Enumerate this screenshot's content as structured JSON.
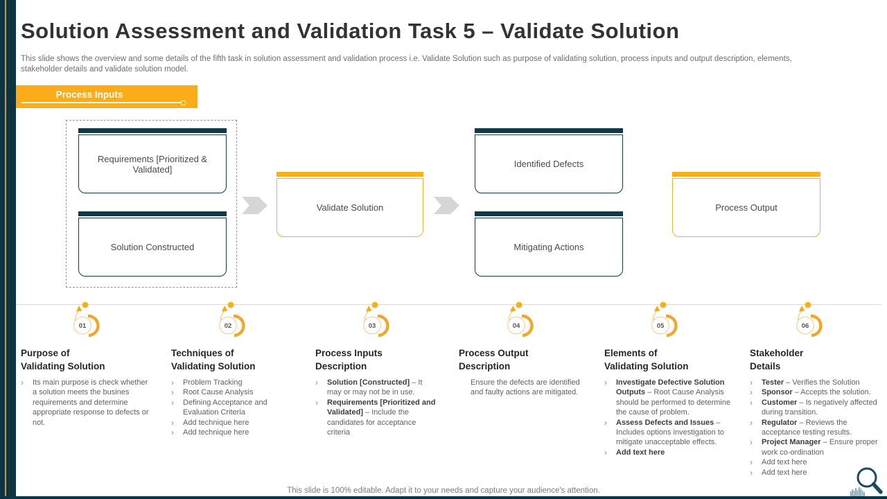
{
  "slide": {
    "title": "Solution Assessment and Validation Task 5 – Validate Solution",
    "subtitle": "This slide shows the overview and some details of the fifth task in solution assessment and validation process i.e. Validate Solution such as purpose of validating solution, process inputs and output description, elements, stakeholder details and validate solution model.",
    "footer": "This slide is 100% editable. Adapt it to your needs and capture your audience's attention."
  },
  "banner": {
    "label": "Process Inputs"
  },
  "diagram": {
    "input_boxes": [
      {
        "label": "Requirements [Prioritized & Validated]"
      },
      {
        "label": "Solution Constructed"
      }
    ],
    "center_box": {
      "label": "Validate Solution"
    },
    "output_boxes": [
      {
        "label": "Identified Defects"
      },
      {
        "label": "Mitigating Actions"
      }
    ],
    "final_box": {
      "label": "Process Output"
    }
  },
  "bullet_glyph": "›",
  "colors": {
    "teal": "#0E3A4D",
    "yellow": "#F9B018",
    "banner_yellow": "#FBAC18",
    "arrow_gray": "#D6D6D6",
    "body_text": "#616161"
  },
  "columns": [
    {
      "number": "01",
      "heading_lines": [
        "Purpose of",
        "Validating Solution"
      ],
      "bullets": [
        {
          "text": "Its main purpose is check whether a solution meets the busines requirements and determine appropriate response to defects or not."
        }
      ]
    },
    {
      "number": "02",
      "heading_lines": [
        "Techniques of",
        "Validating Solution"
      ],
      "bullets": [
        {
          "text": "Problem Tracking"
        },
        {
          "text": "Root Cause Analysis"
        },
        {
          "text": "Defining Acceptance and Evaluation Criteria"
        },
        {
          "text": "Add technique here"
        },
        {
          "text": "Add technique here"
        }
      ]
    },
    {
      "number": "03",
      "heading_lines": [
        "Process Inputs",
        "Description"
      ],
      "bullets": [
        {
          "bold": "Solution [Constructed]",
          "text": " – It may or may not be in use."
        },
        {
          "bold": "Requirements [Prioritized and Validated]",
          "text": " – Include the candidates for acceptance criteria"
        }
      ]
    },
    {
      "number": "04",
      "heading_lines": [
        "Process Output",
        "Description"
      ],
      "bullets": [
        {
          "chevron": false,
          "text": "Ensure the defects are identified and faulty actions are mitigated."
        }
      ]
    },
    {
      "number": "05",
      "heading_lines": [
        "Elements of",
        "Validating Solution"
      ],
      "bullets": [
        {
          "bold": "Investigate Defective Solution Outputs",
          "text": " – Root Cause Analysis should be performed to determine the cause of problem."
        },
        {
          "bold": "Assess Defects and Issues",
          "text": " –Includes options investigation to mitigate unacceptable effects."
        },
        {
          "bold": "Add text here",
          "text": ""
        }
      ]
    },
    {
      "number": "06",
      "heading_lines": [
        "Stakeholder",
        "Details"
      ],
      "bullets": [
        {
          "bold": "Tester",
          "text": " – Verifies the Solution"
        },
        {
          "bold": "Sponsor",
          "text": " – Accepts the solution."
        },
        {
          "bold": "Customer",
          "text": " – Is negatively affected during transition."
        },
        {
          "bold": "Regulator",
          "text": " – Reviews the acceptance testing results."
        },
        {
          "bold": "Project Manager",
          "text": " – Ensure proper work co-ordination"
        },
        {
          "text": "Add text here"
        },
        {
          "text": "Add text here"
        }
      ]
    }
  ]
}
